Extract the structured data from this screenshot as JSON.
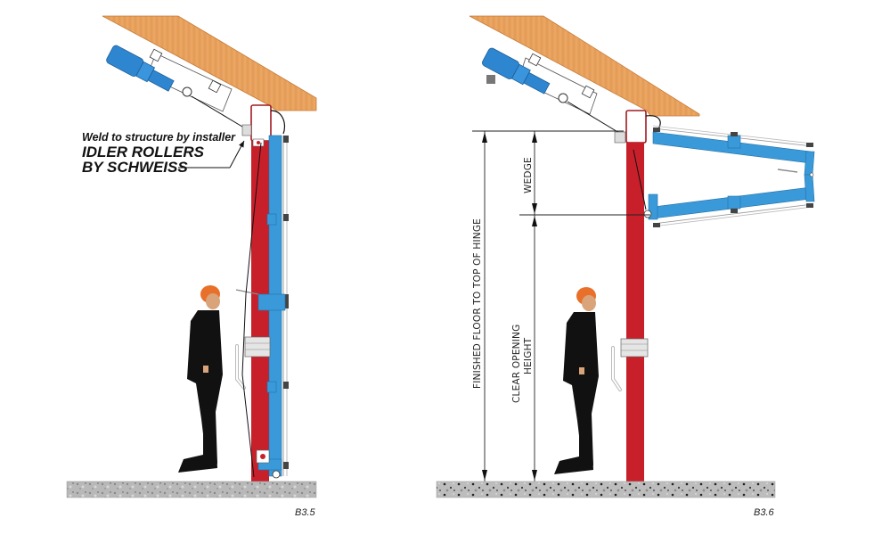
{
  "figures": [
    {
      "id": "B3.5",
      "label": "B3.5",
      "state": "closed",
      "callout": {
        "line1": "Weld to structure by installer",
        "line2": "IDLER ROLLERS",
        "line3": "BY SCHWEISS"
      }
    },
    {
      "id": "B3.6",
      "label": "B3.6",
      "state": "open",
      "dimensions": {
        "overall": "FINISHED FLOOR TO TOP OF HINGE",
        "wedge": "WEDGE",
        "clear_line1": "CLEAR OPENING",
        "clear_line2": "HEIGHT"
      }
    }
  ],
  "colors": {
    "wood": "#e8a15c",
    "wood_dark": "#c9803f",
    "post_red": "#c8202a",
    "door_blue": "#3a9ad9",
    "motor_blue": "#2f86d0",
    "floor": "#b5b5b5",
    "suit": "#111111",
    "hair": "#e8702a",
    "skin": "#d9a47a"
  }
}
